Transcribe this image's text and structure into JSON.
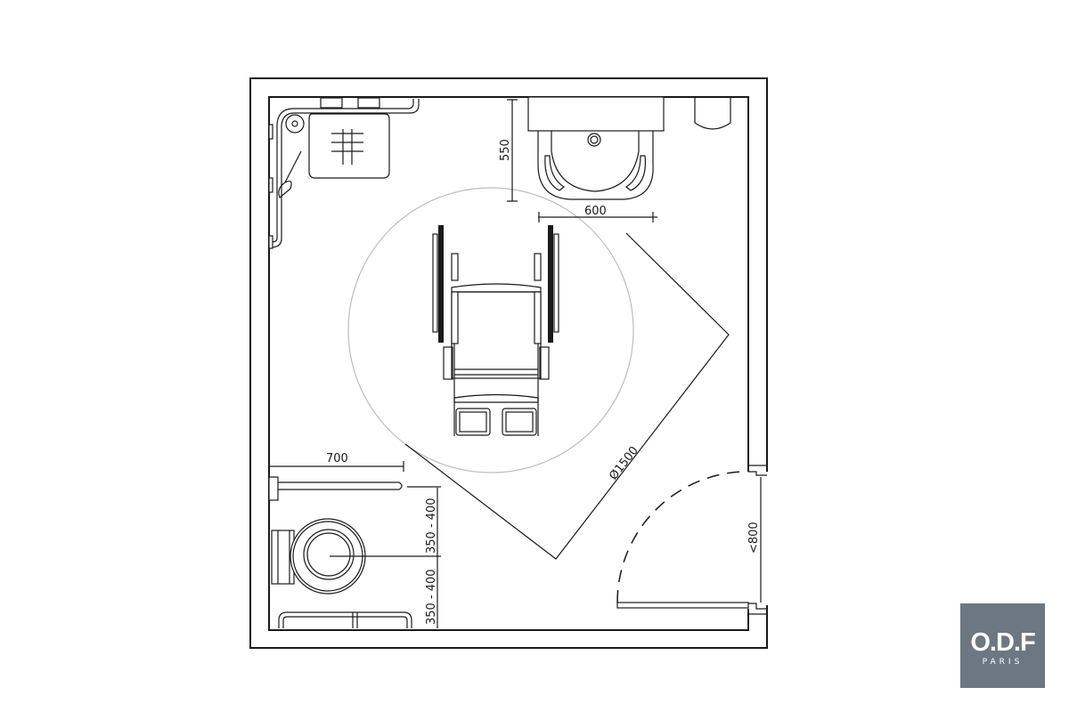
{
  "plan": {
    "dimensions": {
      "sink_depth": "550",
      "sink_width": "600",
      "turning_circle": "Ø1500",
      "grab_bar_length": "700",
      "toilet_upper": "350 - 400",
      "toilet_lower": "350 - 400",
      "door_width": "<800"
    },
    "colors": {
      "line": "#1a1a1a",
      "circle": "#bdbdbd",
      "logo_bg": "#6c7781"
    }
  },
  "logo": {
    "name": "O.D.F",
    "sub": "PARIS"
  }
}
